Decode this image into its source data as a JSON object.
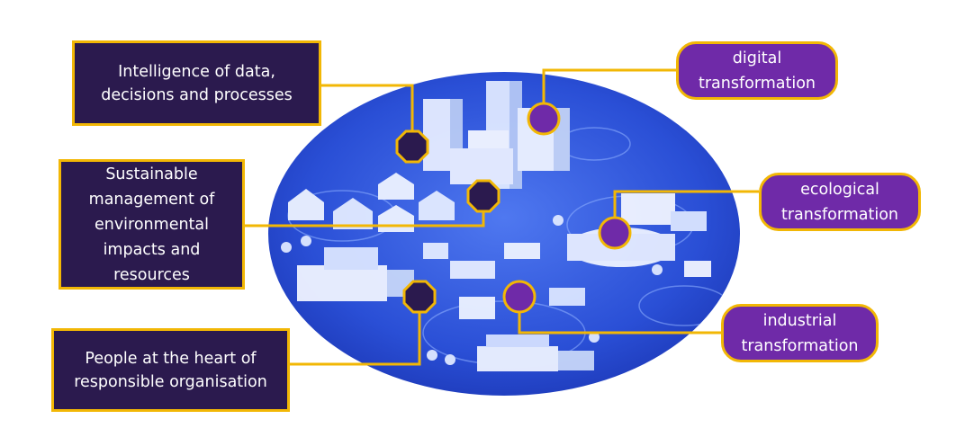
{
  "colors": {
    "box_fill": "#2b1a4e",
    "pill_fill": "#6f2aa8",
    "border": "#f2b705",
    "city_blue": "#2a4fd6"
  },
  "left_labels": [
    {
      "id": "data-intelligence",
      "text": "Intelligence of data,\ndecisions and processes"
    },
    {
      "id": "sustainable-management",
      "text": "Sustainable\nmanagement of\nenvironmental\nimpacts and\nresources"
    },
    {
      "id": "people",
      "text": "People at the heart of\nresponsible organisation"
    }
  ],
  "right_labels": [
    {
      "id": "digital",
      "text": "digital\ntransformation"
    },
    {
      "id": "ecological",
      "text": "ecological\ntransformation"
    },
    {
      "id": "industrial",
      "text": "industrial\ntransformation"
    }
  ],
  "icon": "isometric-smart-city-illustration"
}
